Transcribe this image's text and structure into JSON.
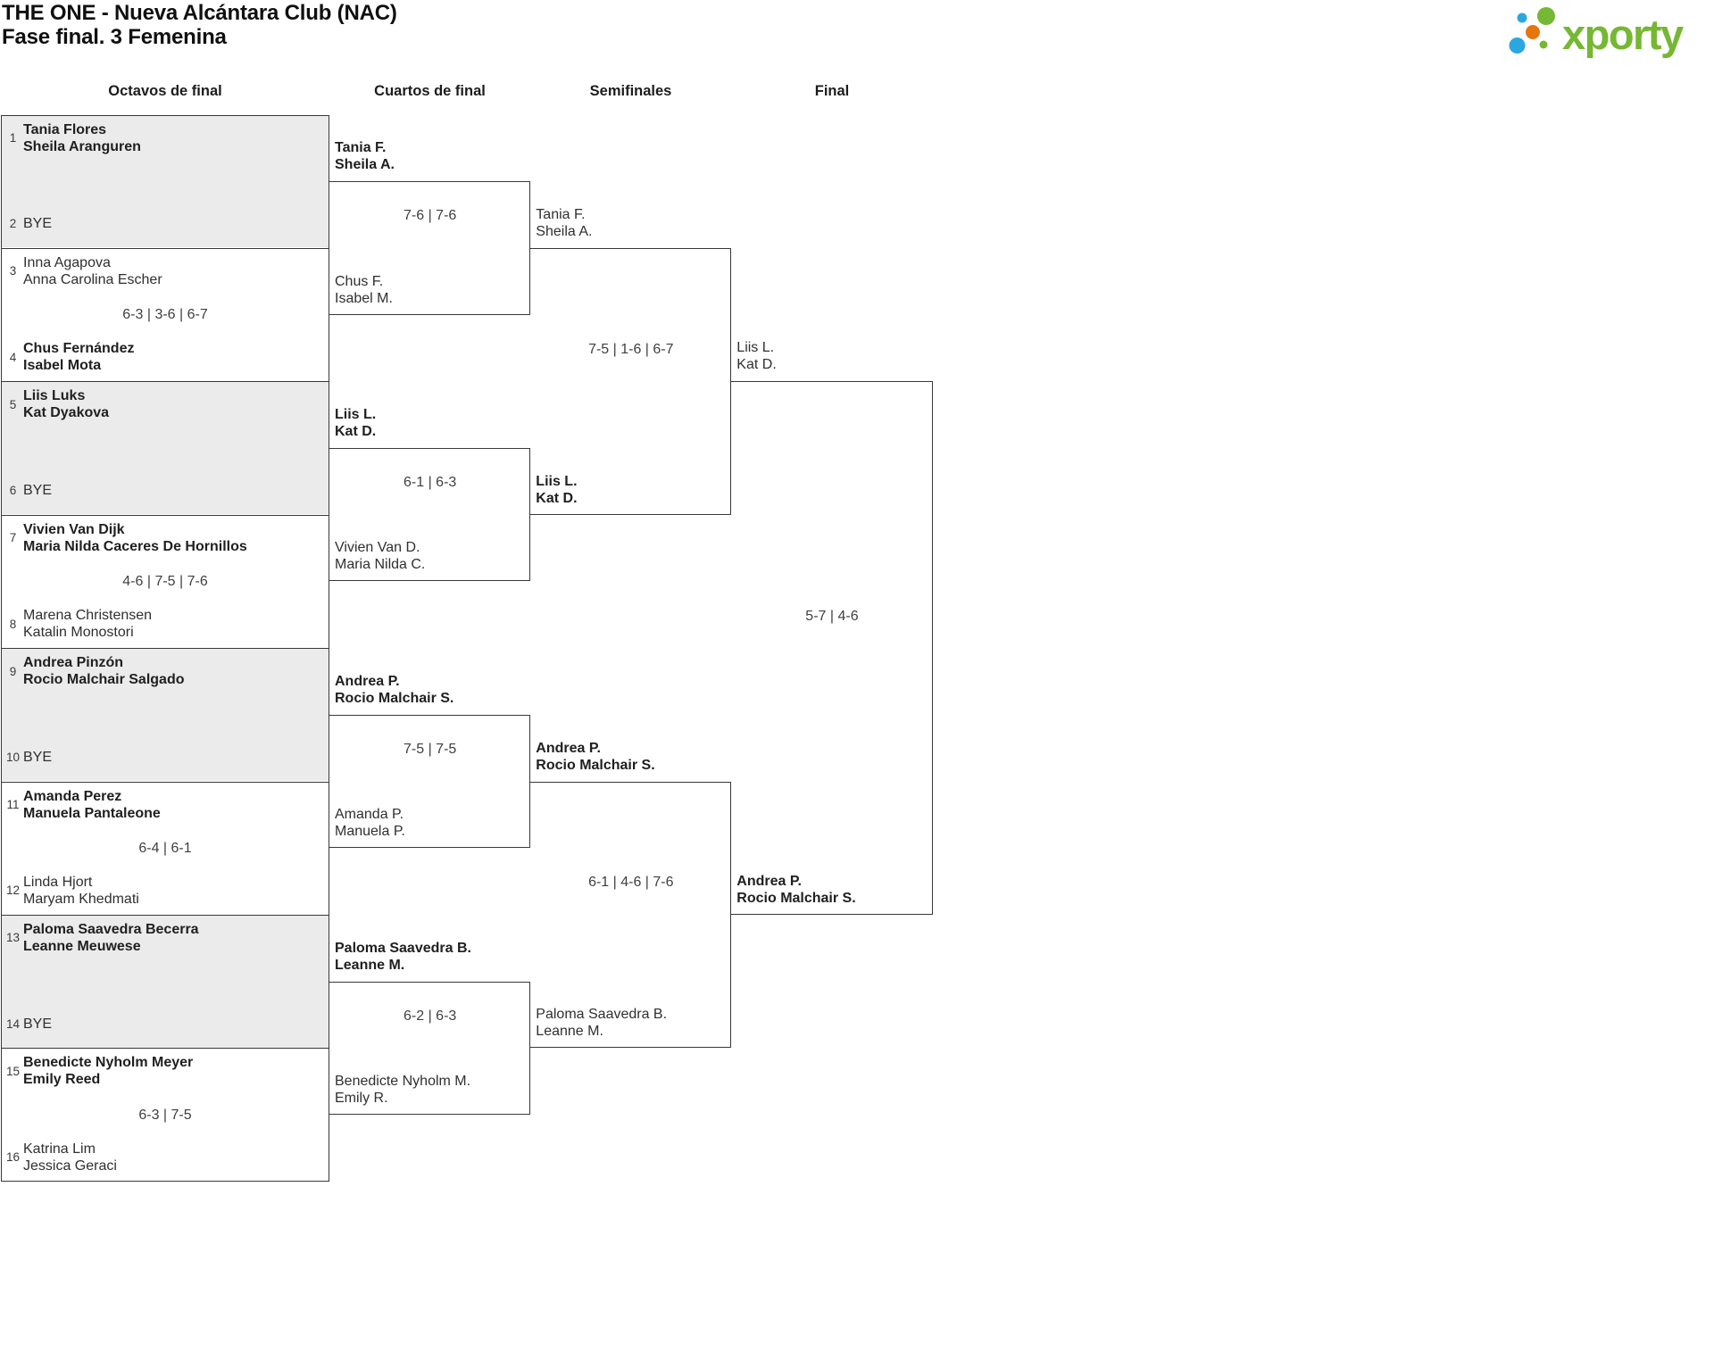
{
  "title": {
    "line1": "THE ONE - Nueva Alcántara Club (NAC)",
    "line2": "Fase final. 3 Femenina"
  },
  "logo": {
    "text": "xporty",
    "colors": {
      "green": "#76b733",
      "blue": "#2aa7df",
      "orange": "#e67510"
    }
  },
  "round_headers": [
    "Octavos de final",
    "Cuartos de final",
    "Semifinales",
    "Final"
  ],
  "colors": {
    "border": "#383838",
    "bye_fill": "#ebebeb",
    "text": "#2f2f2f",
    "score_text": "#3f3f3f"
  },
  "bracket": {
    "round_of_16": [
      {
        "seed_top": "1",
        "team_top": [
          "Tania Flores",
          "Sheila Aranguren"
        ],
        "top_winner": true,
        "seed_bottom": "2",
        "team_bottom": [
          "BYE"
        ],
        "bottom_winner": false,
        "bye": true,
        "score": ""
      },
      {
        "seed_top": "3",
        "team_top": [
          "Inna Agapova",
          "Anna Carolina Escher"
        ],
        "top_winner": false,
        "seed_bottom": "4",
        "team_bottom": [
          "Chus Fernández",
          "Isabel Mota"
        ],
        "bottom_winner": true,
        "bye": false,
        "score": "6-3 | 3-6 | 6-7"
      },
      {
        "seed_top": "5",
        "team_top": [
          "Liis Luks",
          "Kat Dyakova"
        ],
        "top_winner": true,
        "seed_bottom": "6",
        "team_bottom": [
          "BYE"
        ],
        "bottom_winner": false,
        "bye": true,
        "score": ""
      },
      {
        "seed_top": "7",
        "team_top": [
          "Vivien Van Dijk",
          "Maria Nilda Caceres De Hornillos"
        ],
        "top_winner": true,
        "seed_bottom": "8",
        "team_bottom": [
          "Marena Christensen",
          "Katalin Monostori"
        ],
        "bottom_winner": false,
        "bye": false,
        "score": "4-6 | 7-5 | 7-6"
      },
      {
        "seed_top": "9",
        "team_top": [
          "Andrea Pinzón",
          "Rocio Malchair Salgado"
        ],
        "top_winner": true,
        "seed_bottom": "10",
        "team_bottom": [
          "BYE"
        ],
        "bottom_winner": false,
        "bye": true,
        "score": ""
      },
      {
        "seed_top": "11",
        "team_top": [
          "Amanda Perez",
          "Manuela Pantaleone"
        ],
        "top_winner": true,
        "seed_bottom": "12",
        "team_bottom": [
          "Linda Hjort",
          "Maryam Khedmati"
        ],
        "bottom_winner": false,
        "bye": false,
        "score": "6-4 | 6-1"
      },
      {
        "seed_top": "13",
        "team_top": [
          "Paloma Saavedra Becerra",
          "Leanne Meuwese"
        ],
        "top_winner": true,
        "seed_bottom": "14",
        "team_bottom": [
          "BYE"
        ],
        "bottom_winner": false,
        "bye": true,
        "score": ""
      },
      {
        "seed_top": "15",
        "team_top": [
          "Benedicte Nyholm Meyer",
          "Emily Reed"
        ],
        "top_winner": true,
        "seed_bottom": "16",
        "team_bottom": [
          "Katrina Lim",
          "Jessica Geraci"
        ],
        "bottom_winner": false,
        "bye": false,
        "score": "6-3 | 7-5"
      }
    ],
    "quarterfinals": [
      {
        "team_top": [
          "Tania F.",
          "Sheila A."
        ],
        "top_winner": true,
        "team_bottom": [
          "Chus F.",
          "Isabel M."
        ],
        "bottom_winner": false,
        "score": "7-6 | 7-6"
      },
      {
        "team_top": [
          "Liis L.",
          "Kat D."
        ],
        "top_winner": true,
        "team_bottom": [
          "Vivien Van D.",
          "Maria Nilda C."
        ],
        "bottom_winner": false,
        "score": "6-1 | 6-3"
      },
      {
        "team_top": [
          "Andrea P.",
          "Rocio Malchair S."
        ],
        "top_winner": true,
        "team_bottom": [
          "Amanda P.",
          "Manuela P."
        ],
        "bottom_winner": false,
        "score": "7-5 | 7-5"
      },
      {
        "team_top": [
          "Paloma Saavedra B.",
          "Leanne M."
        ],
        "top_winner": true,
        "team_bottom": [
          "Benedicte Nyholm M.",
          "Emily R."
        ],
        "bottom_winner": false,
        "score": "6-2 | 6-3"
      }
    ],
    "semifinals": [
      {
        "team_top": [
          "Tania F.",
          "Sheila A."
        ],
        "top_winner": false,
        "team_bottom": [
          "Liis L.",
          "Kat D."
        ],
        "bottom_winner": true,
        "score": "7-5 | 1-6 | 6-7"
      },
      {
        "team_top": [
          "Andrea P.",
          "Rocio Malchair S."
        ],
        "top_winner": true,
        "team_bottom": [
          "Paloma Saavedra B.",
          "Leanne M."
        ],
        "bottom_winner": false,
        "score": "6-1 | 4-6 | 7-6"
      }
    ],
    "final": [
      {
        "team_top": [
          "Liis L.",
          "Kat D."
        ],
        "top_winner": false,
        "team_bottom": [
          "Andrea P.",
          "Rocio Malchair S."
        ],
        "bottom_winner": true,
        "score": "5-7 | 4-6"
      }
    ]
  }
}
